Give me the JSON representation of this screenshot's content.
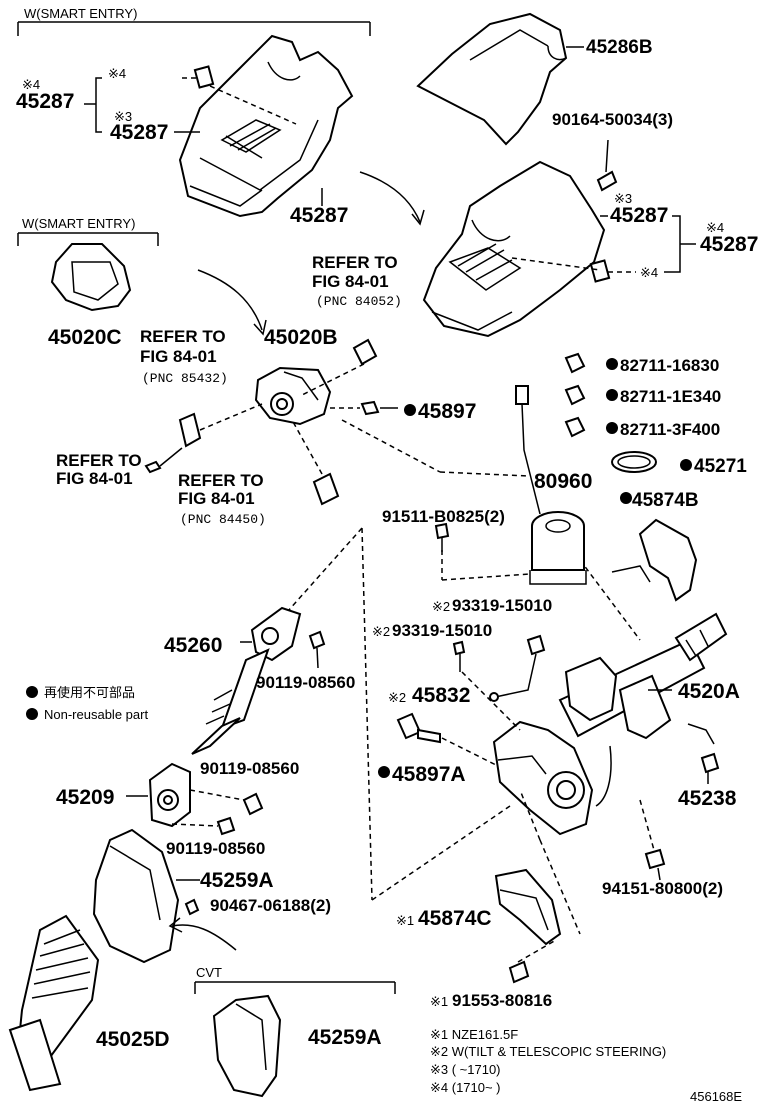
{
  "groups": {
    "smart_entry_top": "W(SMART ENTRY)",
    "smart_entry_mid": "W(SMART ENTRY)",
    "cvt": "CVT"
  },
  "parts": {
    "p45286B": "45286B",
    "p90164": "90164-50034(3)",
    "p45287_top_main": "45287",
    "p45287_top_a": "45287",
    "p45287_top_b": "45287",
    "p45287_r_a": "45287",
    "p45287_r_b": "45287",
    "p45020C": "45020C",
    "p45020B": "45020B",
    "p45897": "45897",
    "p82711_a": "82711-16830",
    "p82711_b": "82711-1E340",
    "p82711_c": "82711-3F400",
    "p45271": "45271",
    "p80960": "80960",
    "p45874B": "45874B",
    "p91511": "91511-B0825(2)",
    "p93319_a": "93319-15010",
    "p93319_b": "93319-15010",
    "p45260": "45260",
    "p90119_a": "90119-08560",
    "p45832": "45832",
    "p4520A": "4520A",
    "p45897A": "45897A",
    "p45238": "45238",
    "p45209": "45209",
    "p90119_b": "90119-08560",
    "p90119_c": "90119-08560",
    "p45259A": "45259A",
    "p90467": "90467-06188(2)",
    "p94151": "94151-80800(2)",
    "p45874C": "45874C",
    "p91553": "91553-80816",
    "p45025D": "45025D",
    "p45259A_cvt": "45259A"
  },
  "refs": {
    "ref1_a": "REFER TO",
    "ref1_b": "FIG 84-01",
    "ref1_c": "(PNC 84052)",
    "ref2_a": "REFER TO",
    "ref2_b": "FIG 84-01",
    "ref2_c": "(PNC 85432)",
    "ref3_a": "REFER TO",
    "ref3_b": "FIG 84-01",
    "ref4_a": "REFER TO",
    "ref4_b": "FIG 84-01",
    "ref4_c": "(PNC 84450)"
  },
  "marks": {
    "m1": "※1",
    "m2": "※2",
    "m3": "※3",
    "m4": "※4"
  },
  "legend": {
    "jp": "再使用不可部品",
    "en": "Non-reusable part"
  },
  "notes": {
    "n1": "※1 NZE161.5F",
    "n2": "※2 W(TILT & TELESCOPIC STEERING)",
    "n3": "※3 (      ~1710)",
    "n4": "※4 (1710~      )"
  },
  "figure_id": "456168E"
}
